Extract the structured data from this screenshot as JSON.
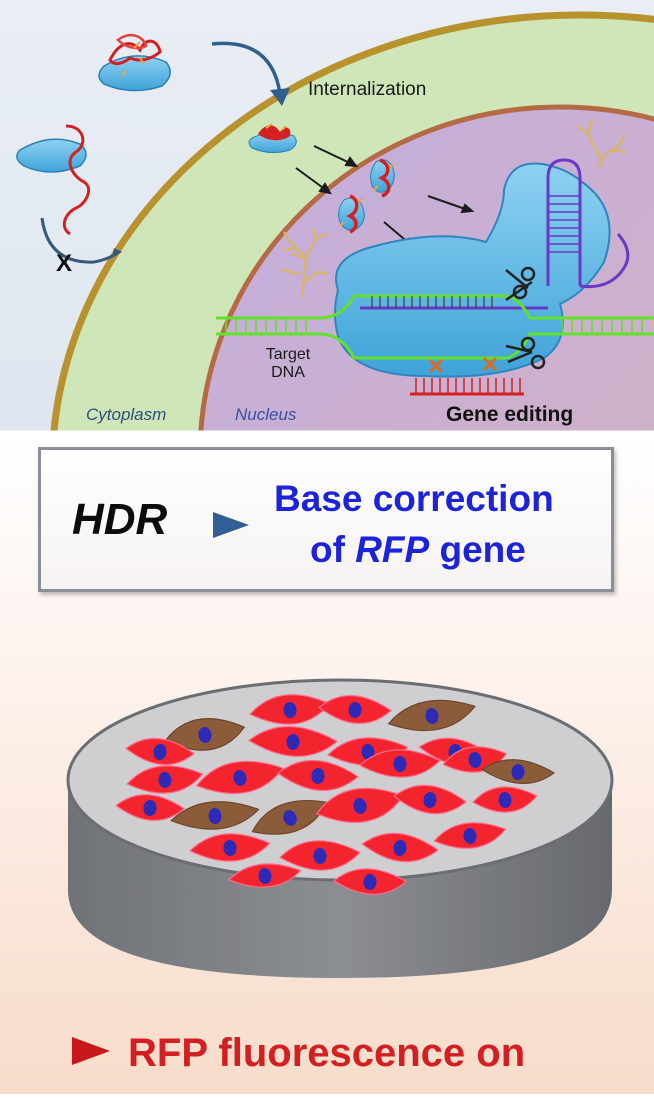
{
  "diagram": {
    "labels": {
      "internalization": "Internalization",
      "blocked_marker": "X",
      "target_dna": "Target DNA",
      "cytoplasm": "Cytoplasm",
      "nucleus": "Nucleus",
      "gene_editing": "Gene editing"
    },
    "pathway": {
      "mechanism": "HDR",
      "outcome_line1": "Base correction",
      "outcome_line2_prefix": "of ",
      "outcome_line2_gene": "RFP",
      "outcome_line2_suffix": " gene"
    },
    "result": {
      "text": "RFP fluorescence on"
    },
    "colors": {
      "cell_membrane": "#b8922d",
      "cytoplasm_fill": "#cfe6b8",
      "nucleus_membrane": "#b46a43",
      "nucleus_fill": "#c8afd2",
      "cas9_protein": "#5fb7e4",
      "rna": "#d42020",
      "dna_strand": "#62e02a",
      "outcome_text": "#1d23d8",
      "fluorescent_cell": "#f3242d",
      "unedited_cell": "#8c5c3a",
      "cell_nucleus": "#2e2ab8",
      "result_text": "#d31f22"
    }
  }
}
